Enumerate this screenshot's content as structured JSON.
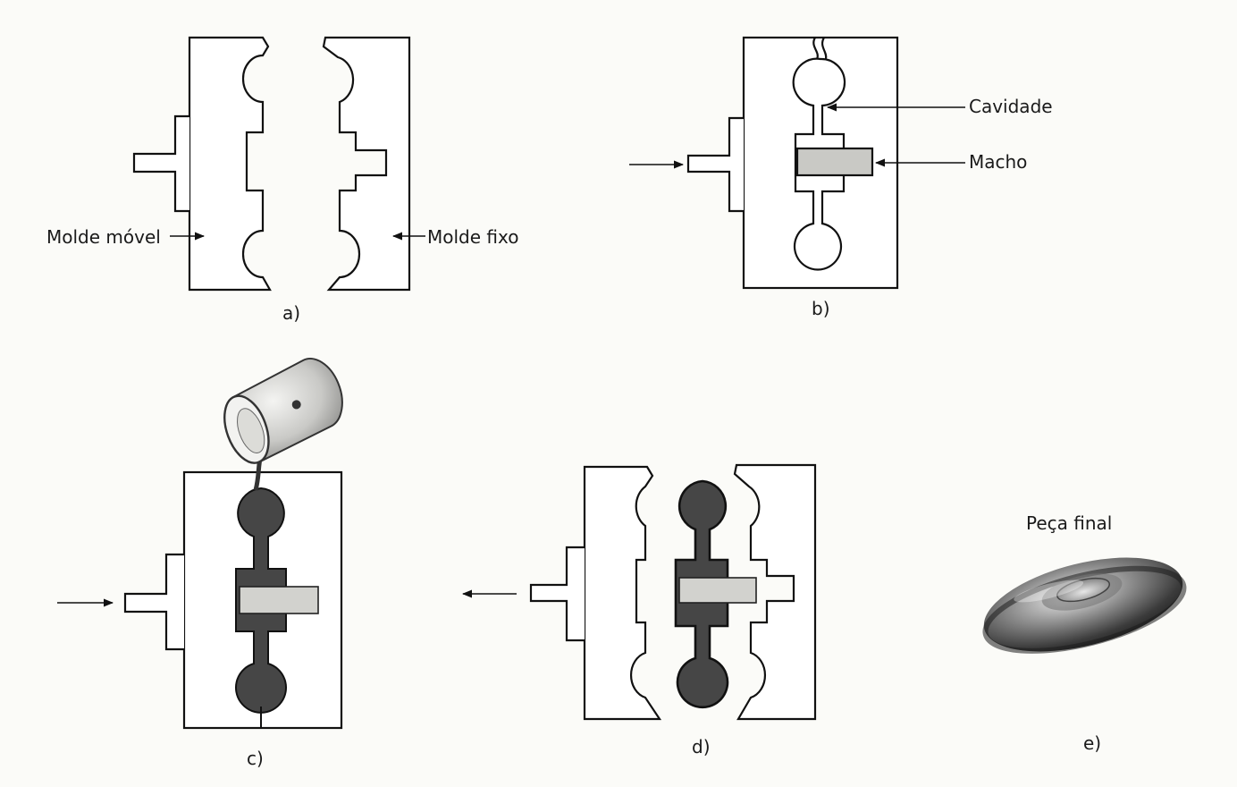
{
  "labels": {
    "molde_movel": "Molde móvel",
    "molde_fixo": "Molde fixo",
    "cavidade": "Cavidade",
    "macho": "Macho",
    "peca_final": "Peça final"
  },
  "captions": {
    "a": "a)",
    "b": "b)",
    "c": "c)",
    "d": "d)",
    "e": "e)"
  },
  "colors": {
    "line": "#111111",
    "metal": "#454545",
    "core": "#d0d0cc"
  }
}
